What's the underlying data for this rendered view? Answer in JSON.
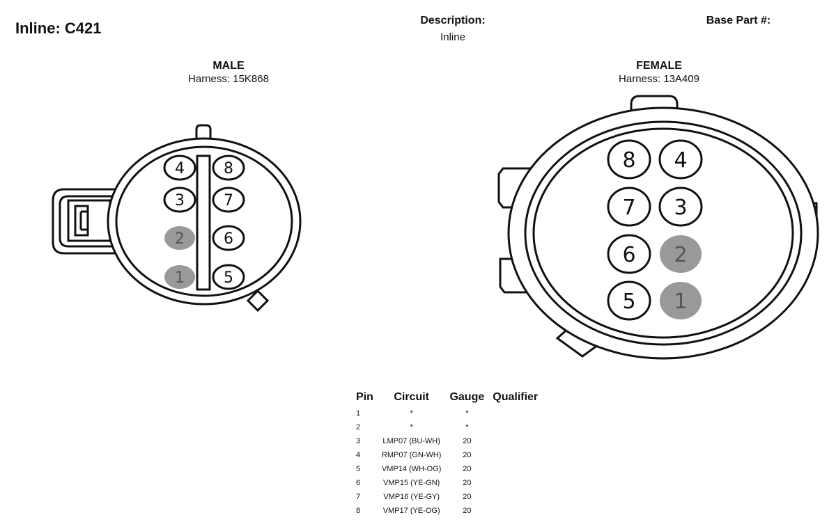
{
  "header": {
    "title": "Inline: C421",
    "description_label": "Description:",
    "description_value": "Inline",
    "base_part_label": "Base Part #:"
  },
  "male": {
    "title": "MALE",
    "harness": "Harness: 15K868",
    "pins": [
      {
        "label": "4",
        "filled": false
      },
      {
        "label": "3",
        "filled": false
      },
      {
        "label": "2",
        "filled": true
      },
      {
        "label": "1",
        "filled": true
      },
      {
        "label": "8",
        "filled": false
      },
      {
        "label": "7",
        "filled": false
      },
      {
        "label": "6",
        "filled": false
      },
      {
        "label": "5",
        "filled": false
      }
    ]
  },
  "female": {
    "title": "FEMALE",
    "harness": "Harness: 13A409",
    "pins": [
      {
        "label": "8",
        "filled": false
      },
      {
        "label": "7",
        "filled": false
      },
      {
        "label": "6",
        "filled": false
      },
      {
        "label": "5",
        "filled": false
      },
      {
        "label": "4",
        "filled": false
      },
      {
        "label": "3",
        "filled": false
      },
      {
        "label": "2",
        "filled": true
      },
      {
        "label": "1",
        "filled": true
      }
    ]
  },
  "pin_table": {
    "headers": [
      "Pin",
      "Circuit",
      "Gauge",
      "Qualifier"
    ],
    "rows": [
      {
        "pin": "1",
        "circuit": "*",
        "gauge": "*",
        "qualifier": ""
      },
      {
        "pin": "2",
        "circuit": "*",
        "gauge": "*",
        "qualifier": ""
      },
      {
        "pin": "3",
        "circuit": "LMP07 (BU-WH)",
        "gauge": "20",
        "qualifier": ""
      },
      {
        "pin": "4",
        "circuit": "RMP07 (GN-WH)",
        "gauge": "20",
        "qualifier": ""
      },
      {
        "pin": "5",
        "circuit": "VMP14 (WH-OG)",
        "gauge": "20",
        "qualifier": ""
      },
      {
        "pin": "6",
        "circuit": "VMP15 (YE-GN)",
        "gauge": "20",
        "qualifier": ""
      },
      {
        "pin": "7",
        "circuit": "VMP16 (YE-GY)",
        "gauge": "20",
        "qualifier": ""
      },
      {
        "pin": "8",
        "circuit": "VMP17 (YE-OG)",
        "gauge": "20",
        "qualifier": ""
      }
    ]
  },
  "colors": {
    "outline": "#111111",
    "filled_pin": "#999999",
    "filled_pin_text": "#555555"
  }
}
